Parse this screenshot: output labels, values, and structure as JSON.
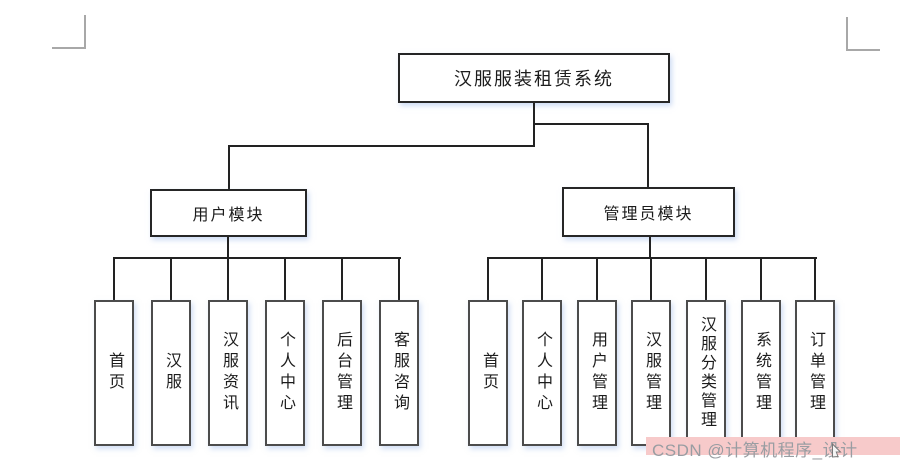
{
  "diagram": {
    "root": {
      "label": "汉服服装租赁系统"
    },
    "modules": [
      {
        "label": "用户模块",
        "children": [
          "首页",
          "汉服",
          "汉服资讯",
          "个人中心",
          "后台管理",
          "客服咨询"
        ]
      },
      {
        "label": "管理员模块",
        "children": [
          "首页",
          "个人中心",
          "用户管理",
          "汉服管理",
          "汉服分类管理",
          "系统管理",
          "订单管理"
        ]
      }
    ]
  },
  "watermark": {
    "text": "CSDN @计算机程序_设计"
  },
  "colors": {
    "background": "#ffffff",
    "connector": "#222222",
    "node_border": "#262626",
    "leaf_border": "#4c4c4c",
    "corner_mark": "#a8a8a8",
    "watermark_text": "#999da2",
    "watermark_highlight": "#f7caca"
  }
}
